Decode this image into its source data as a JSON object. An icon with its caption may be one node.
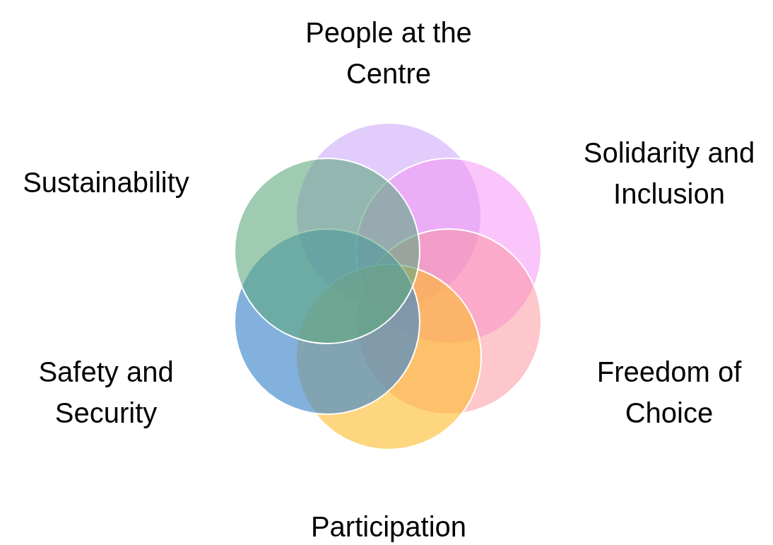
{
  "diagram": {
    "nodes": [
      {
        "text": [],
        "shape": "circle",
        "beside": [
          "People at the Centre"
        ]
      },
      {
        "text": [],
        "shape": "circle",
        "beside": [
          "Solidarity and Inclusion"
        ]
      },
      {
        "text": [],
        "shape": "circle",
        "beside": [
          "Freedom of Choice"
        ]
      },
      {
        "text": [],
        "shape": "circle",
        "beside": [
          "Participation"
        ]
      },
      {
        "text": [],
        "shape": "circle",
        "beside": [
          "Safety and Security"
        ]
      },
      {
        "text": [],
        "shape": "circle",
        "beside": [
          "Sustainability"
        ]
      }
    ]
  }
}
